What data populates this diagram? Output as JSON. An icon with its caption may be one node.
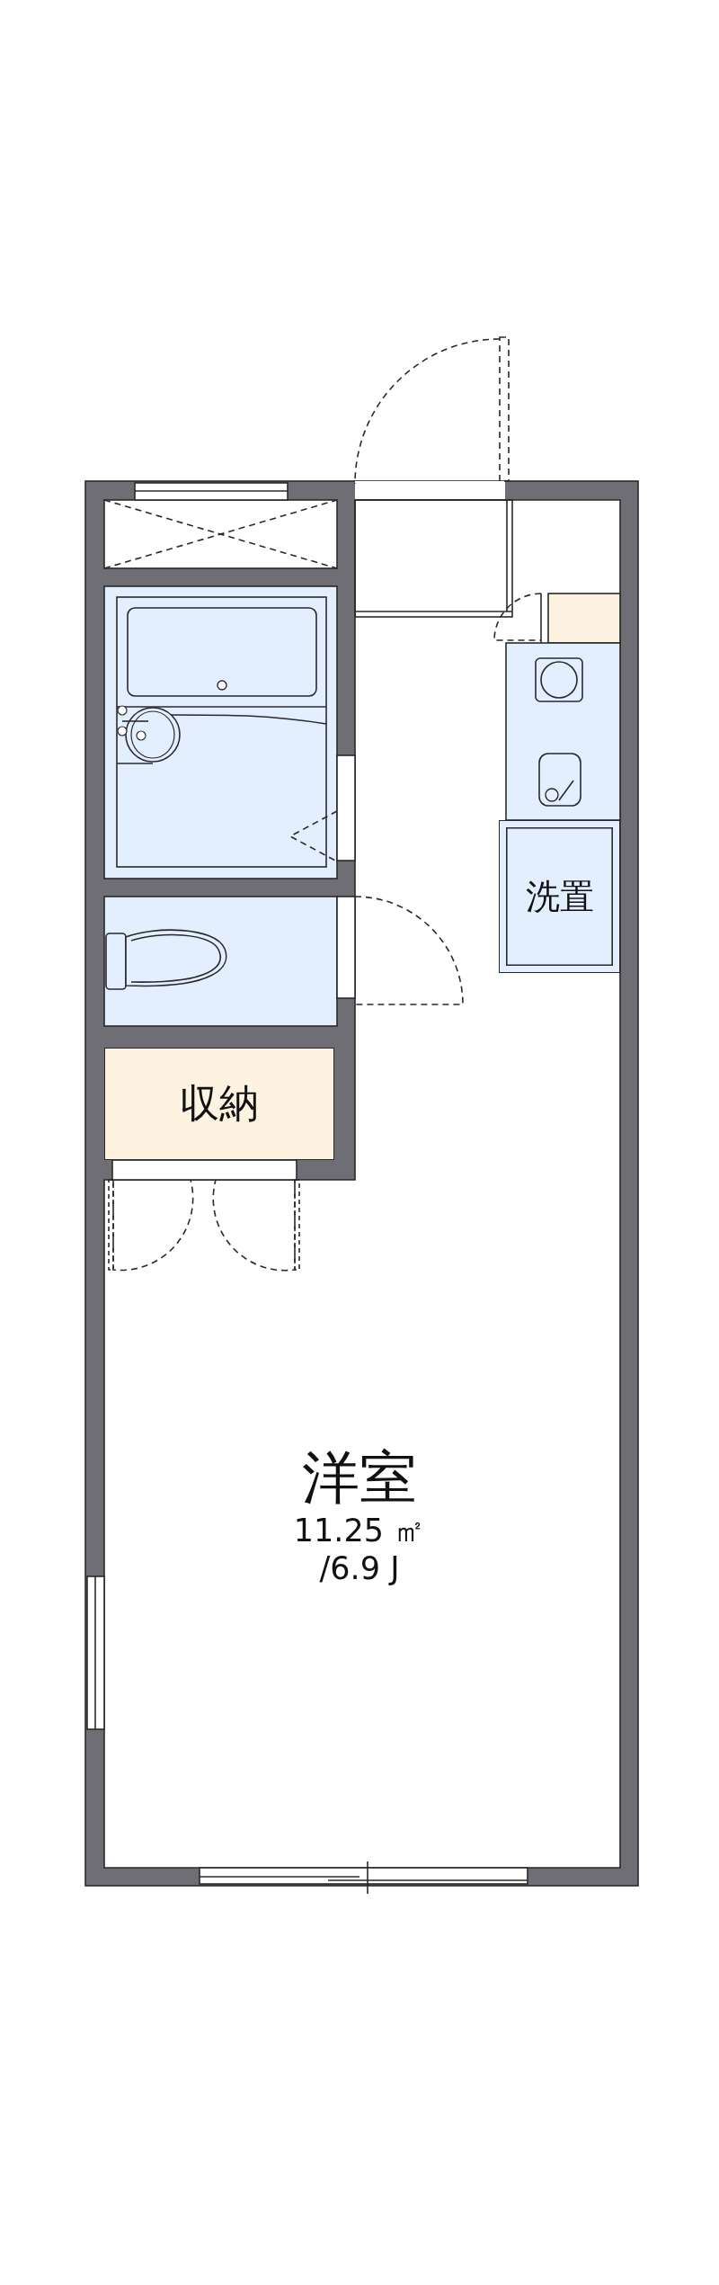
{
  "diagram": {
    "nodes": [
      {
        "text": [
          "洋室",
          "11.25 ㎡",
          "/6.9 J"
        ]
      },
      {
        "text": [
          "収納"
        ]
      },
      {
        "text": [
          "洗置"
        ]
      }
    ]
  }
}
